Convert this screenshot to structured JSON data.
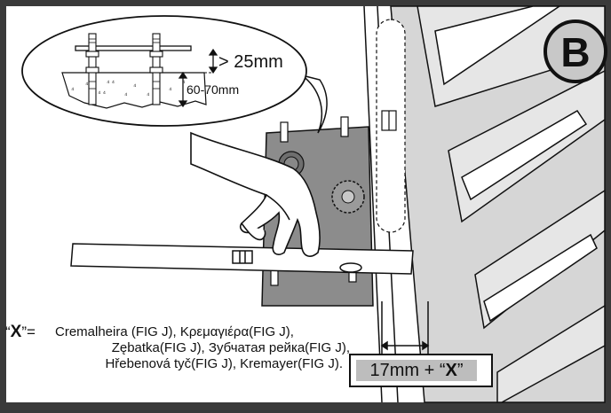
{
  "badge": {
    "letter": "B"
  },
  "callout": {
    "clearance_label": "> 25mm",
    "depth_label": "60-70mm"
  },
  "legend": {
    "symbol_prefix": "“",
    "symbol": "X",
    "symbol_suffix": "”=",
    "line1": "Cremalheira (FIG J), Κρεμαγιέρα(FIG J),",
    "line2": "Zębatka(FIG J), Зубчатая рейка(FIG J),",
    "line3": "Hřebenová tyč(FIG J), Kremayer(FIG J)."
  },
  "measurement": {
    "value": "17mm + ",
    "quote_open": "“",
    "symbol": "X",
    "quote_close": "”"
  },
  "colors": {
    "frame": "#3a3a3a",
    "paper": "#ffffff",
    "gray_fill": "#8c8c8c",
    "badge_fill": "#c8c8c8",
    "measure_fill": "#bdbdbd"
  }
}
